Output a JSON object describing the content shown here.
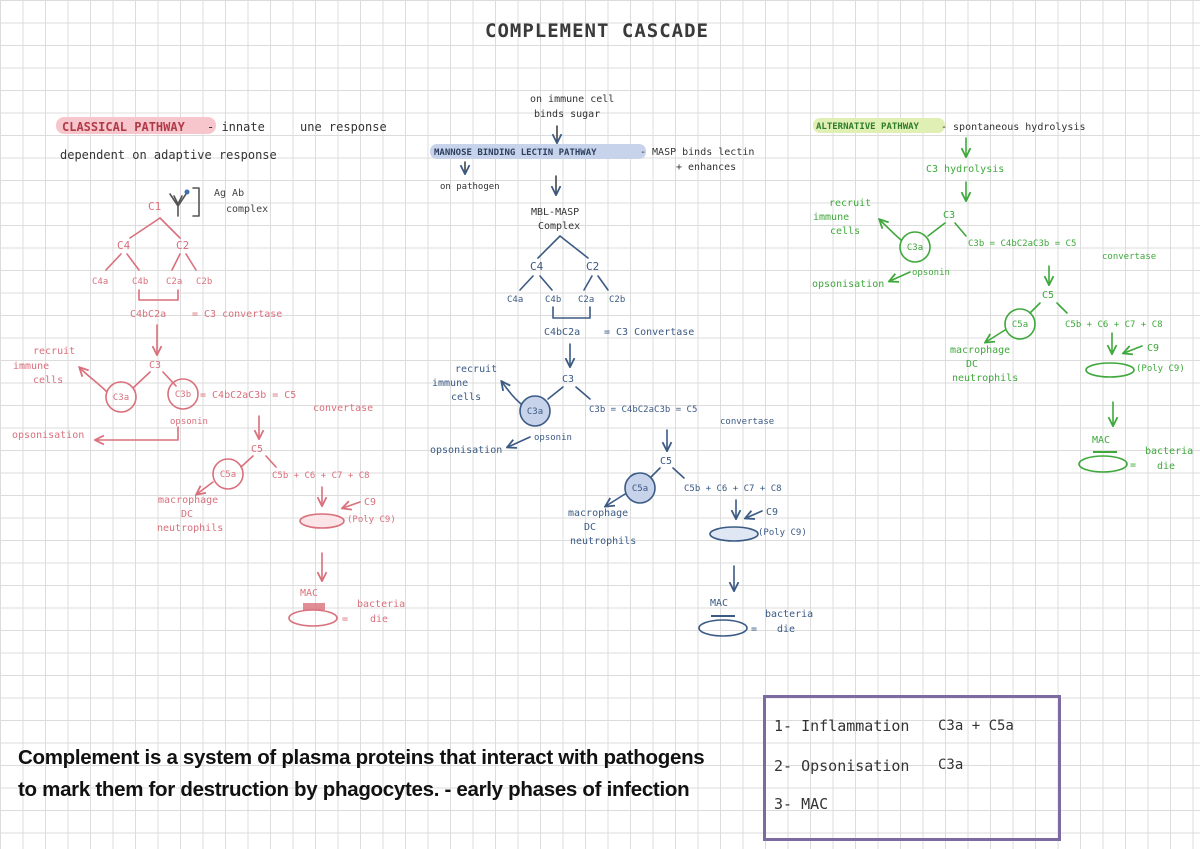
{
  "title": "COMPLEMENT CASCADE",
  "colors": {
    "classical": "#d9707c",
    "lectin": "#3b5a84",
    "alternative": "#3fa83c",
    "key_border": "#7d6aa0",
    "classical_highlight": "#f7c6cc",
    "lectin_highlight": "#c7d3ea",
    "alternative_highlight": "#e0efb4"
  },
  "classical": {
    "header": "CLASSICAL PATHWAY",
    "note_dash": "- innate",
    "note_une": "une response",
    "note_line2": "dependent on adaptive response",
    "c1": "C1",
    "agab": "Ag Ab",
    "complex": "complex",
    "c4": "C4",
    "c2": "C2",
    "c4a": "C4a",
    "c4b": "C4b",
    "c2a": "C2a",
    "c2b": "C2b",
    "c4bc2a": "C4bC2a",
    "c3conv": "= C3 convertase",
    "recruit": "recruit",
    "immune": "immune",
    "cells": "cells",
    "c3": "C3",
    "c3a": "C3a",
    "c3b": "C3b",
    "c5conv_formula": "= C4bC2aC3b = C5",
    "c5conv_word": "convertase",
    "opsonin": "opsonin",
    "opsonisation": "opsonisation",
    "c5": "C5",
    "c5a": "C5a",
    "c5_chain": "C5b + C6 + C7 + C8",
    "macrophage": "macrophage",
    "dc": "DC",
    "neutrophils": "neutrophils",
    "c9": "C9",
    "poly_c9": "(Poly C9)",
    "mac": "MAC",
    "bacteria": "bacteria",
    "die": "die"
  },
  "lectin": {
    "top1": "on immune cell",
    "top2": "binds sugar",
    "header": "MANNOSE BINDING LECTIN PATHWAY",
    "note1": "- MASP binds lectin",
    "note2": "+ enhances",
    "on_pathogen": "on pathogen",
    "mbl1": "MBL-MASP",
    "mbl2": "Complex",
    "c4": "C4",
    "c2": "C2",
    "c4a": "C4a",
    "c4b": "C4b",
    "c2a": "C2a",
    "c2b": "C2b",
    "c4bc2a": "C4bC2a",
    "c3conv": "= C3 Convertase",
    "recruit": "recruit",
    "immune": "immune",
    "cells": "cells",
    "c3": "C3",
    "c3a": "C3a",
    "c3b_formula": "C3b = C4bC2aC3b = C5",
    "c5conv_word": "convertase",
    "opsonin": "opsonin",
    "opsonisation": "opsonisation",
    "c5": "C5",
    "c5a": "C5a",
    "c5_chain": "C5b + C6 + C7 + C8",
    "macrophage": "macrophage",
    "dc": "DC",
    "neutrophils": "neutrophils",
    "c9": "C9",
    "poly_c9": "(Poly C9)",
    "mac": "MAC",
    "bacteria": "bacteria",
    "die": "die"
  },
  "alternative": {
    "header": "ALTERNATIVE PATHWAY",
    "note": "- spontaneous hydrolysis",
    "c3_hydrolysis": "C3 hydrolysis",
    "c3": "C3",
    "recruit": "recruit",
    "immune": "immune",
    "cells": "cells",
    "c3a": "C3a",
    "c3b_formula": "C3b = C4bC2aC3b = C5",
    "c5conv_word": "convertase",
    "opsonin": "opsonin",
    "opsonisation": "opsonisation",
    "c5": "C5",
    "c5a": "C5a",
    "c5_chain": "C5b + C6 + C7 + C8",
    "macrophage": "macrophage",
    "dc": "DC",
    "neutrophils": "neutrophils",
    "c9": "C9",
    "poly_c9": "(Poly C9)",
    "mac": "MAC",
    "bacteria": "bacteria",
    "die": "die"
  },
  "summary": {
    "line1": "Complement is a system of plasma proteins that interact with pathogens",
    "line2": "to mark them for destruction by phagocytes. - early phases of infection"
  },
  "key": {
    "rows": [
      {
        "label": "1- Inflammation",
        "value": "C3a + C5a"
      },
      {
        "label": "2- Opsonisation",
        "value": "C3a"
      },
      {
        "label": "3- MAC",
        "value": ""
      }
    ]
  }
}
